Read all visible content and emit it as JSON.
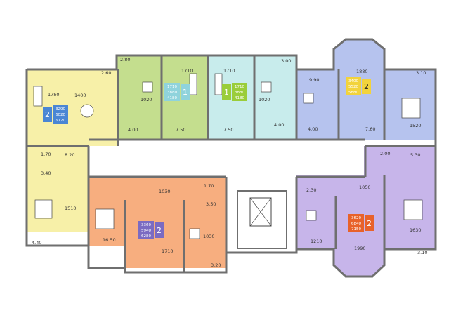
{
  "colors": {
    "yellow": "#f7f0a8",
    "green": "#c4de8e",
    "cyan": "#c8ecec",
    "blue": "#b6c3ee",
    "orange": "#f7ae7f",
    "purple": "#c7b5ea",
    "corridor": "#ffffff",
    "wall": "#6f6f6f"
  },
  "apartments": [
    {
      "id": "apt-yellow",
      "rooms": "2",
      "areas": [
        "3290",
        "6020",
        "6720"
      ],
      "badge_color": "#4a86d4"
    },
    {
      "id": "apt-green",
      "rooms": "1",
      "areas": [
        "1710",
        "3880",
        "4180"
      ],
      "badge_color": "#9acd3a"
    },
    {
      "id": "apt-cyan",
      "rooms": "1",
      "areas": [
        "1710",
        "3880",
        "4180"
      ],
      "badge_color": "#8fd3dc"
    },
    {
      "id": "apt-blue",
      "rooms": "2",
      "areas": [
        "3400",
        "5520",
        "5880"
      ],
      "badge_color": "#f2d33c"
    },
    {
      "id": "apt-orange",
      "rooms": "2",
      "areas": [
        "3360",
        "5940",
        "6280"
      ],
      "badge_color": "#7b6bc2"
    },
    {
      "id": "apt-purple",
      "rooms": "2",
      "areas": [
        "3620",
        "6840",
        "7150"
      ],
      "badge_color": "#e8622a"
    }
  ],
  "room_labels": [
    "2.60",
    "1400",
    "1780",
    "8.20",
    "1.70",
    "3.40",
    "1510",
    "4.40",
    "2.80",
    "1710",
    "1020",
    "4.00",
    "7.50",
    "1710",
    "1020",
    "7.50",
    "3.00",
    "4.00",
    "9.90",
    "1880",
    "3.10",
    "1520",
    "4.00",
    "7.60",
    "1030",
    "1.70",
    "3.50",
    "1030",
    "16.50",
    "1710",
    "3.20",
    "2.00",
    "5.30",
    "1050",
    "2.30",
    "1630",
    "1210",
    "1990",
    "3.10"
  ]
}
